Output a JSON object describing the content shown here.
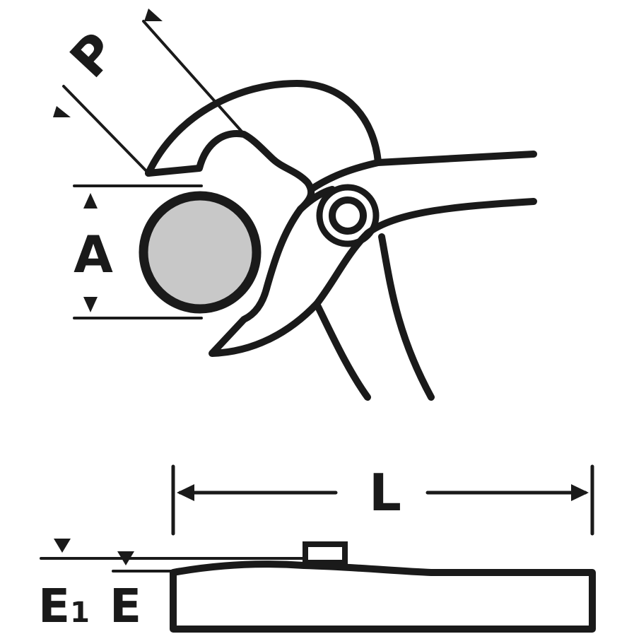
{
  "labels": {
    "p": "P",
    "a": "A",
    "l": "L",
    "e1_main": "E",
    "e1_sub": "1",
    "e": "E"
  },
  "colors": {
    "ink": "#1a1a1a",
    "object": "#c8c8c8",
    "background": "#ffffff"
  }
}
